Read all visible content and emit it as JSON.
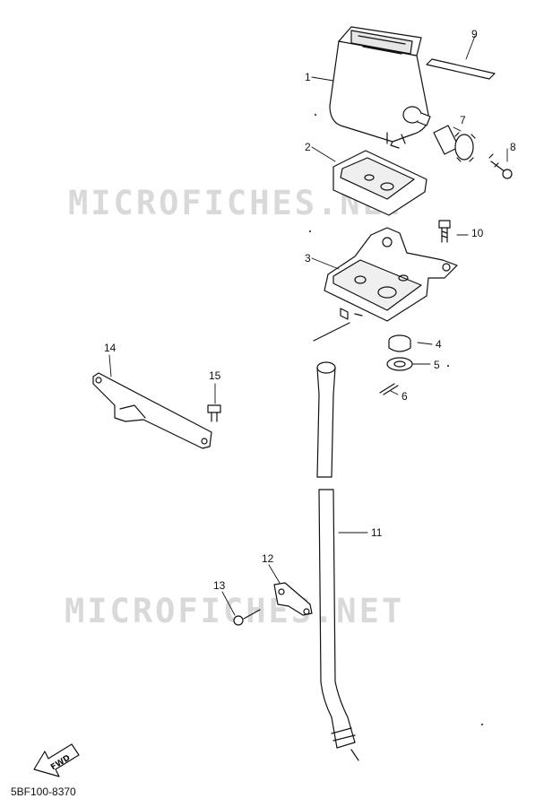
{
  "watermarks": [
    "MICROFICHES.NET",
    "MICROFICHES.NET"
  ],
  "callouts": {
    "c1": "1",
    "c2": "2",
    "c3": "3",
    "c4": "4",
    "c5": "5",
    "c6": "6",
    "c7": "7",
    "c8": "8",
    "c9": "9",
    "c10": "10",
    "c11": "11",
    "c12": "12",
    "c13": "13",
    "c14": "14",
    "c15": "15"
  },
  "forward_arrow_label": "FWD",
  "diagram_code": "5BF100-8370",
  "colors": {
    "ink": "#111111",
    "shade": "#cfcfcf",
    "watermark": "#d9d9d9"
  }
}
